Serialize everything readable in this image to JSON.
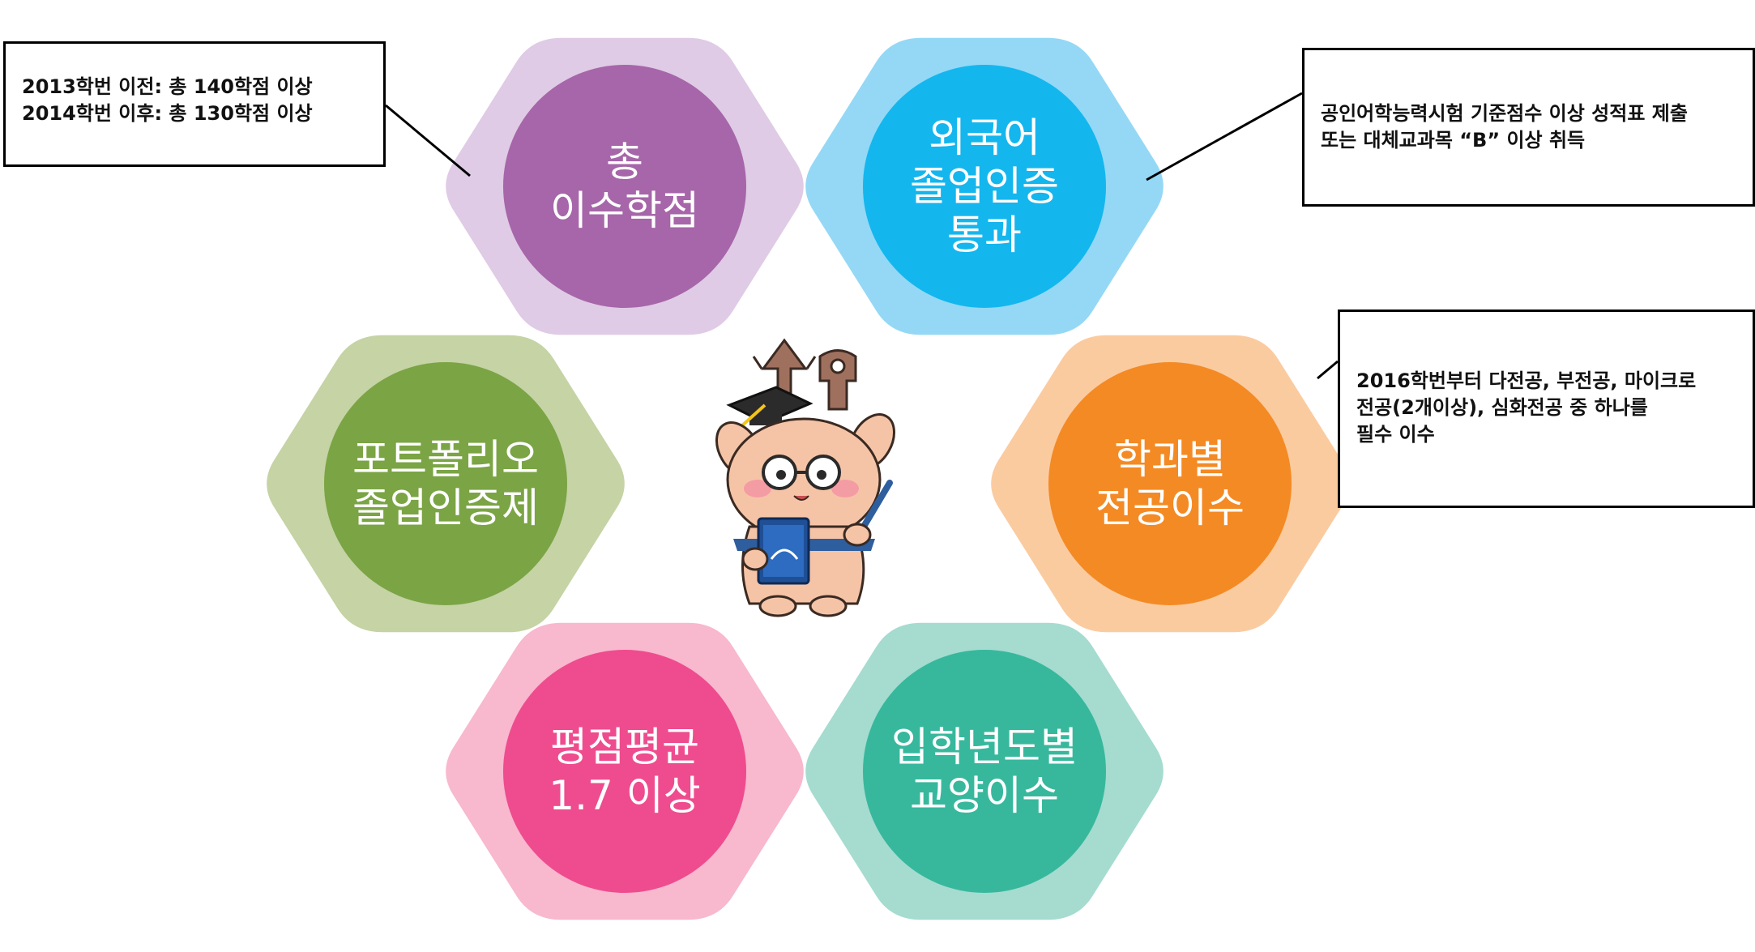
{
  "diagram": {
    "items": [
      {
        "id": "total-credits",
        "lines": [
          "총",
          "이수학점"
        ],
        "outer_color": "#dfcbe5",
        "inner_color": "#a666a9"
      },
      {
        "id": "foreign-language",
        "lines": [
          "외국어",
          "졸업인증",
          "통과"
        ],
        "outer_color": "#94d8f6",
        "inner_color": "#14b6ee"
      },
      {
        "id": "major-by-department",
        "lines": [
          "학과별",
          "전공이수"
        ],
        "outer_color": "#fbcba0",
        "inner_color": "#f48a24"
      },
      {
        "id": "liberal-arts-by-year",
        "lines": [
          "입학년도별",
          "교양이수"
        ],
        "outer_color": "#a5dccf",
        "inner_color": "#37b89d"
      },
      {
        "id": "gpa",
        "lines": [
          "평점평균",
          "1.7 이상"
        ],
        "outer_color": "#f8b8cd",
        "inner_color": "#ee4c8e"
      },
      {
        "id": "portfolio",
        "lines": [
          "포트폴리오",
          "졸업인증제"
        ],
        "outer_color": "#c5d3a5",
        "inner_color": "#7ba445"
      }
    ],
    "notes": {
      "total_credits": [
        "2013학번 이전: 총 140학점 이상",
        "2014학번 이후: 총 130학점 이상"
      ],
      "foreign_language": [
        "공인어학능력시험 기준점수 이상 성적표 제출",
        "또는 대체교과목 “B” 이상 취득"
      ],
      "major": [
        "2016학번부터 다전공, 부전공, 마이크로",
        "전공(2개이상), 심화전공 중 하나를",
        "필수 이수"
      ]
    },
    "mascot": {
      "icon": "deer-mascot-icon",
      "book_icon": "book-icon",
      "cap_icon": "graduation-cap-icon"
    }
  }
}
